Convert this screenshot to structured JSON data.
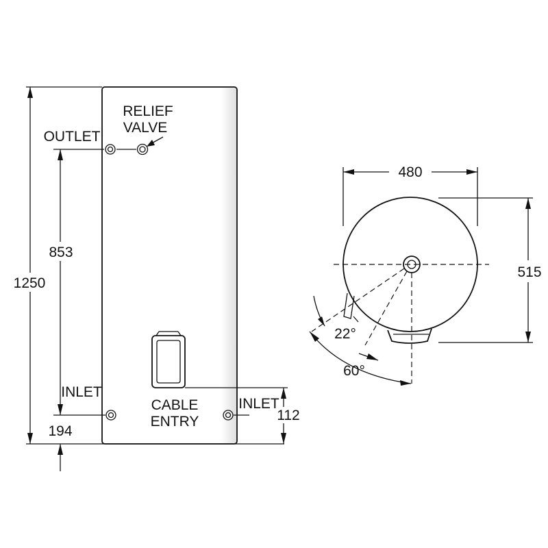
{
  "front_view": {
    "relief_valve_label_line1": "RELIEF",
    "relief_valve_label_line2": "VALVE",
    "outlet_label": "OUTLET",
    "inlet_left_label": "INLET",
    "inlet_right_label": "INLET",
    "cable_entry_line1": "CABLE",
    "cable_entry_line2": "ENTRY",
    "dim_height": "1250",
    "dim_inlet_to_outlet": "853",
    "dim_inlet_height": "194",
    "dim_cable_entry": "112"
  },
  "plan_view": {
    "dim_diameter": "480",
    "dim_depth": "515",
    "angle_small": "22°",
    "angle_large": "60°"
  },
  "colors": {
    "line": "#111111",
    "tank_shadow": "#dddddd",
    "background": "#ffffff"
  }
}
